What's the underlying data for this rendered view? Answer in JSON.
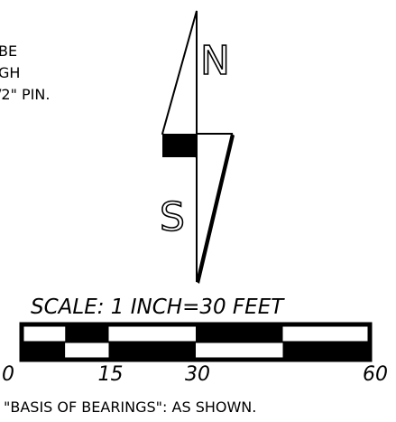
{
  "notes": {
    "lines": [
      "BE",
      "GH",
      "/2\" PIN."
    ]
  },
  "north_arrow": {
    "north_letter": "N",
    "south_letter": "S"
  },
  "scale": {
    "title": "SCALE:  1  INCH=30  FEET",
    "ticks": [
      "0",
      "15",
      "30",
      "60"
    ],
    "tick_values": [
      0,
      15,
      30,
      60
    ],
    "max_feet": 60
  },
  "basis": {
    "text": "\"BASIS OF BEARINGS\": AS SHOWN."
  },
  "colors": {
    "ink": "#000000",
    "paper": "#ffffff"
  }
}
